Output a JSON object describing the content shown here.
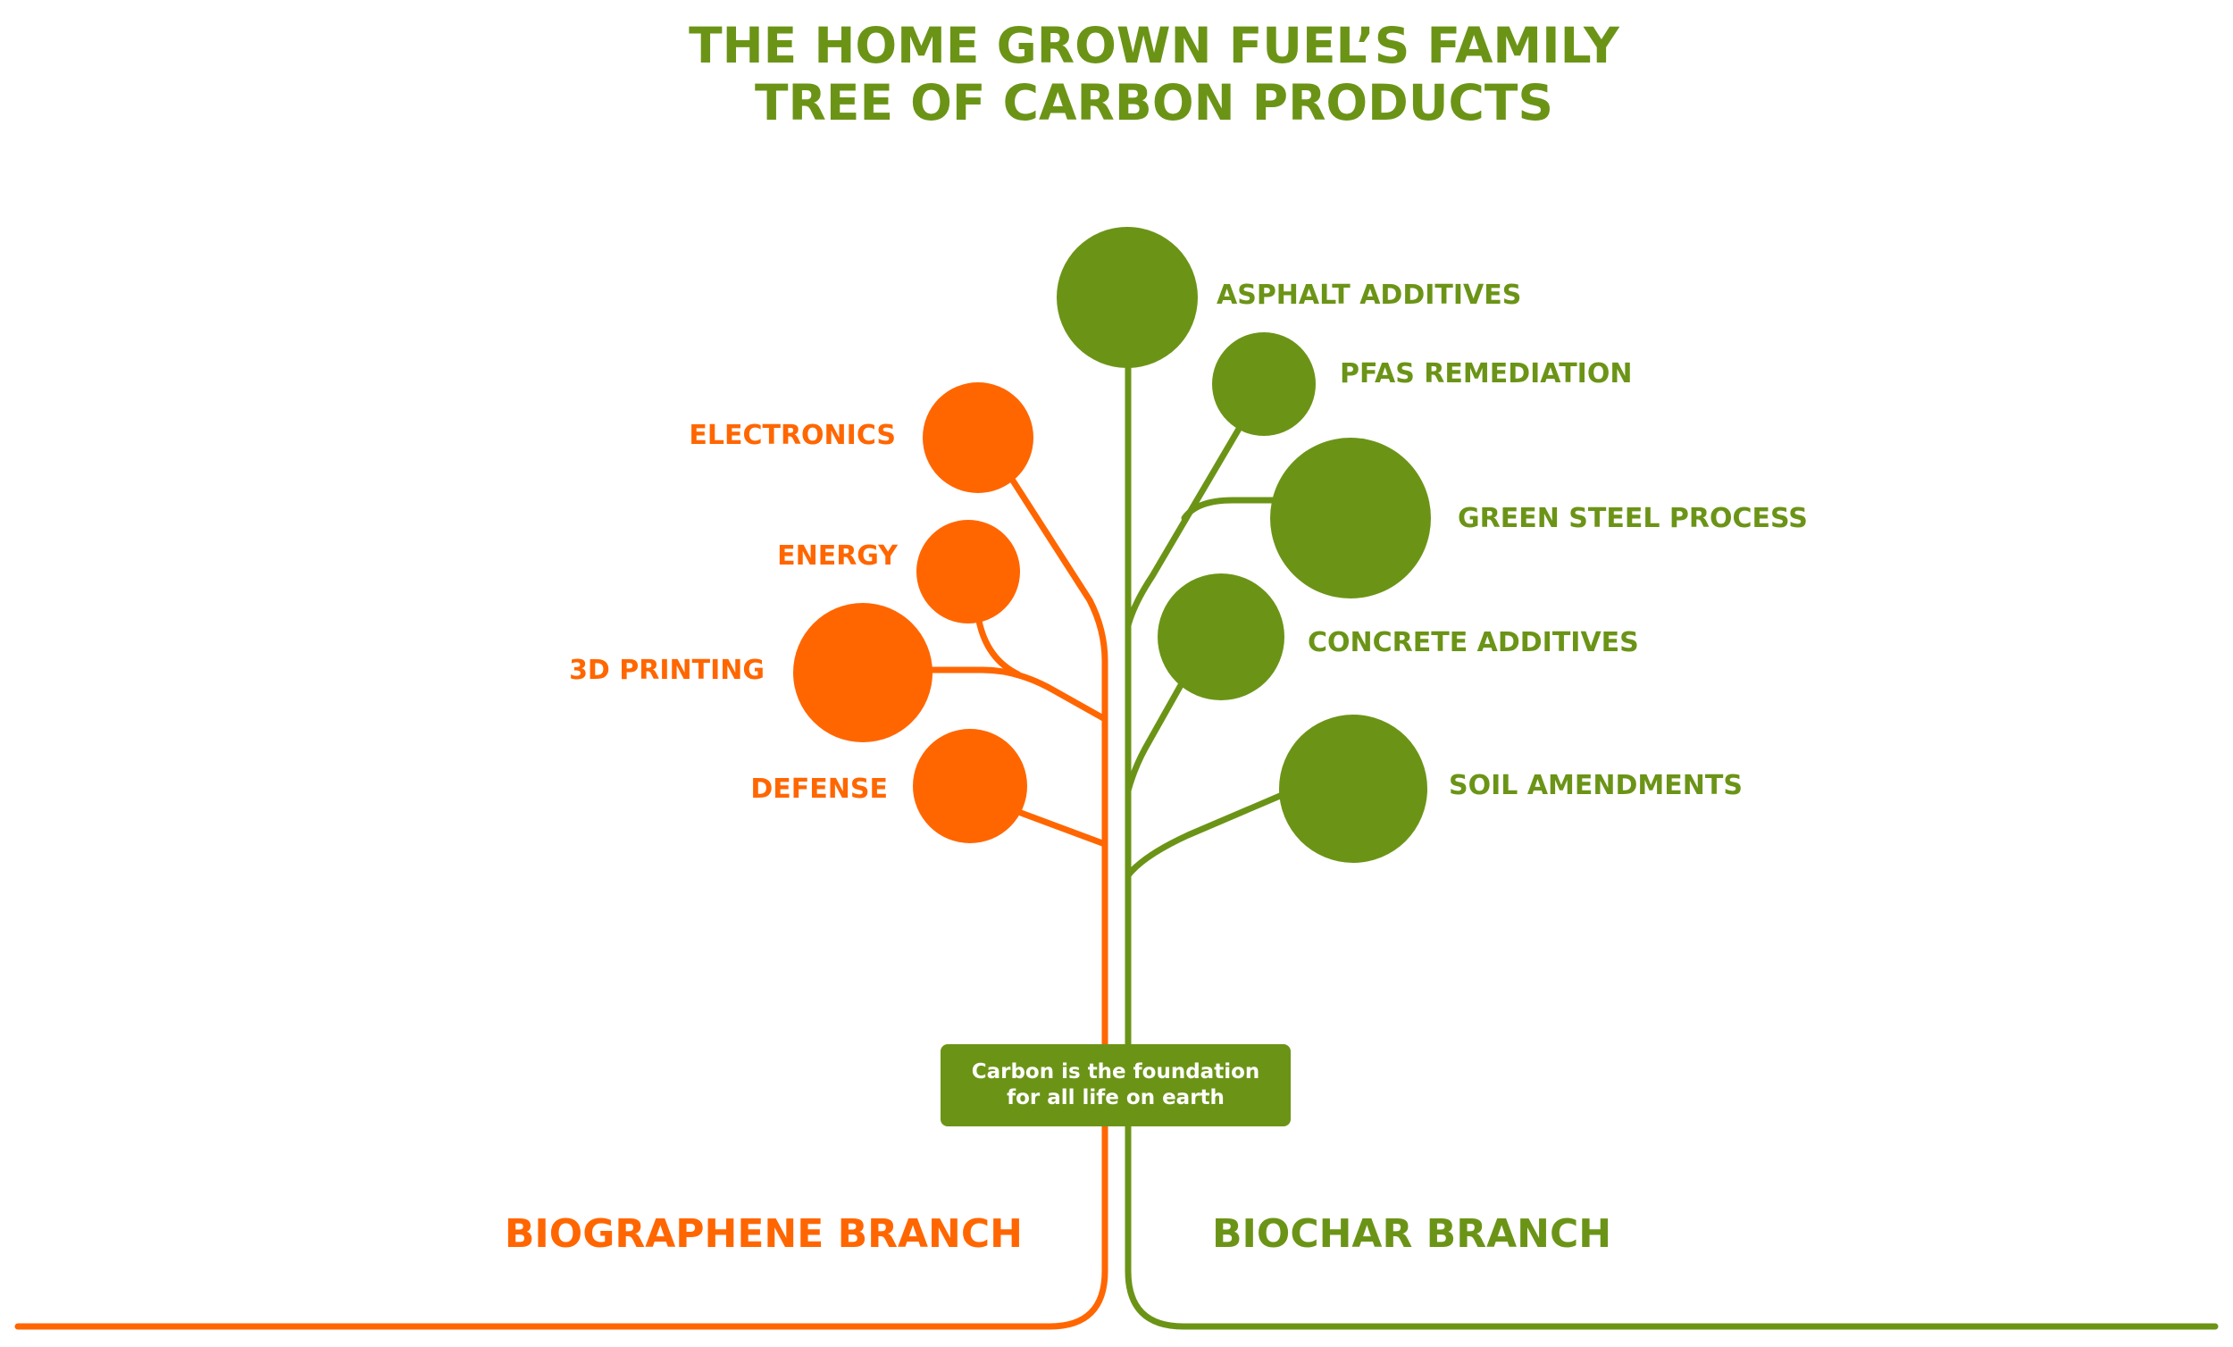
{
  "colors": {
    "orange": "#ff6600",
    "green": "#6b9417",
    "background": "#ffffff",
    "box_text": "#ffffff"
  },
  "title": {
    "line1": "THE HOME GROWN FUEL’S FAMILY",
    "line2": "TREE OF CARBON PRODUCTS"
  },
  "biographene_branch": {
    "label": "BIOGRAPHENE BRANCH",
    "leaves": [
      "ELECTRONICS",
      "ENERGY",
      "3D PRINTING",
      "DEFENSE"
    ]
  },
  "biochar_branch": {
    "label": "BIOCHAR BRANCH",
    "leaves": [
      "ASPHALT ADDITIVES",
      "PFAS REMEDIATION",
      "GREEN STEEL PROCESS",
      "CONCRETE ADDITIVES",
      "SOIL AMENDMENTS"
    ]
  },
  "foundation_box": {
    "line1": "Carbon is the foundation",
    "line2": "for all life on earth"
  }
}
